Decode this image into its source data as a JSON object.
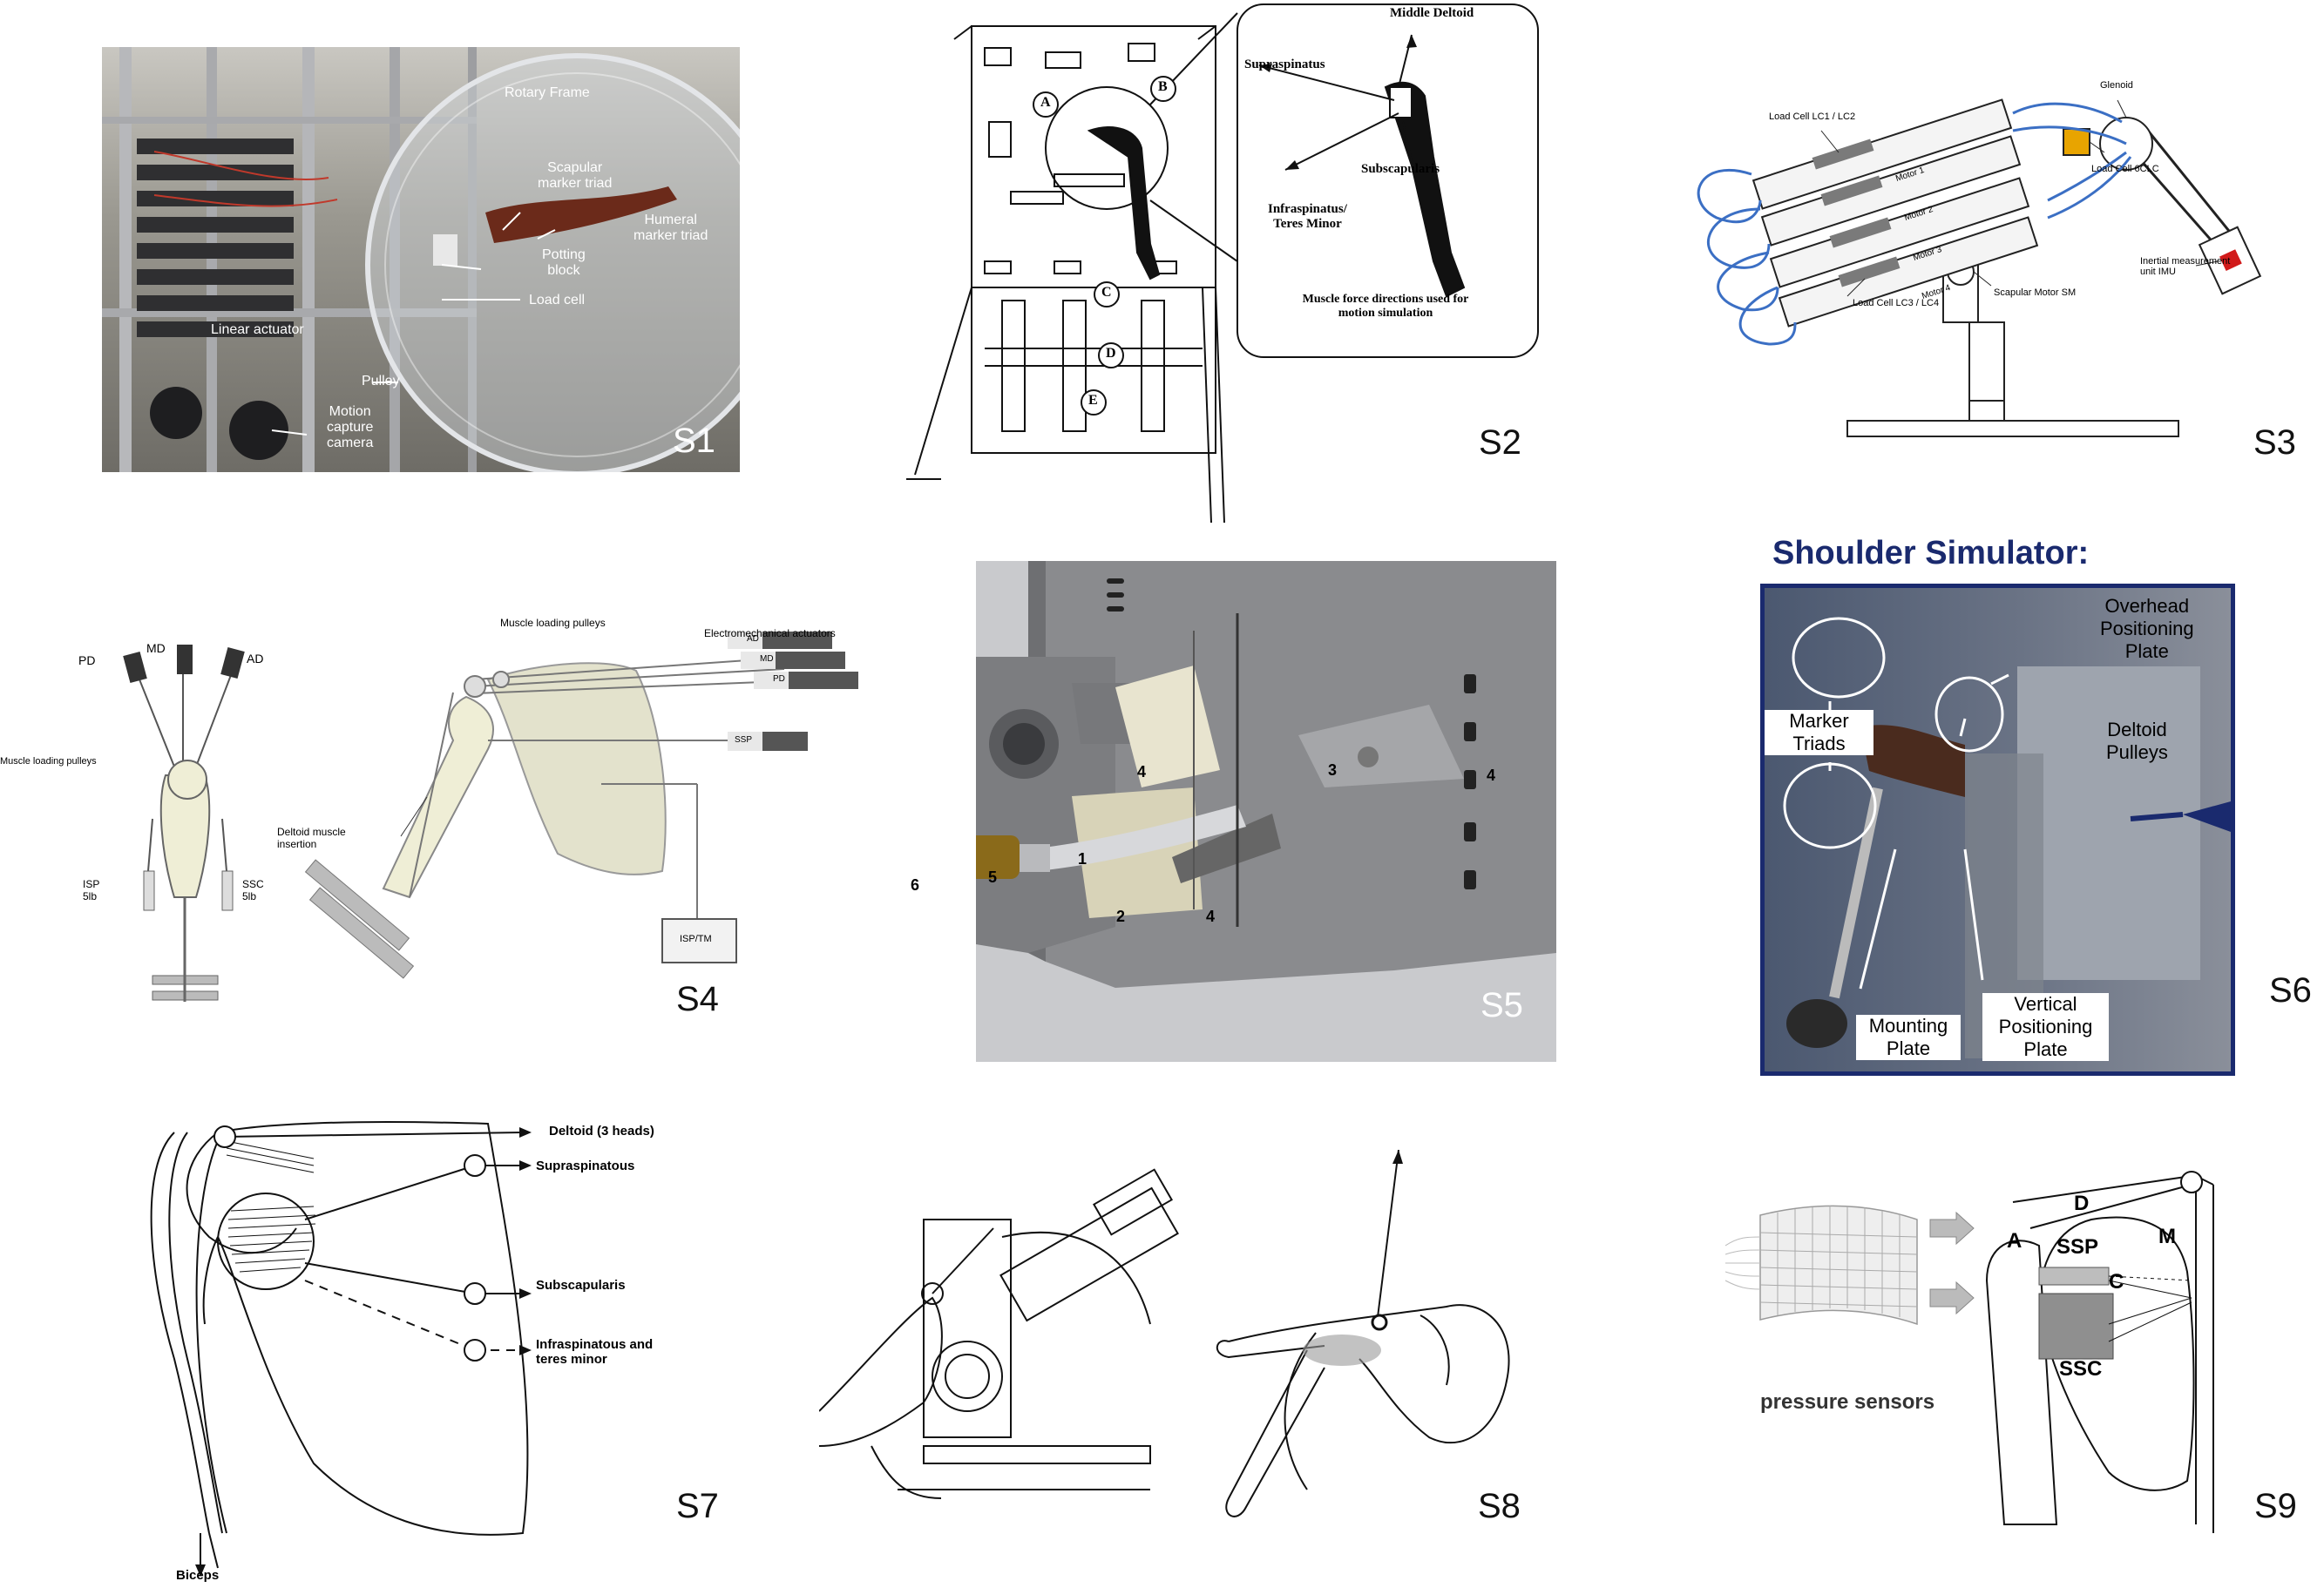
{
  "panels": {
    "s1": {
      "label": "S1",
      "annotations": {
        "rotary_frame": "Rotary Frame",
        "scapular_marker_triad": "Scapular\nmarker triad",
        "humeral_marker_triad": "Humeral\nmarker triad",
        "potting_block": "Potting\nblock",
        "load_cell": "Load cell",
        "linear_actuator": "Linear actuator",
        "pulley": "Pulley",
        "motion_capture_camera": "Motion\ncapture\ncamera"
      }
    },
    "s2": {
      "label": "S2",
      "letters": [
        "A",
        "B",
        "C",
        "D",
        "E"
      ],
      "muscles": {
        "middle_deltoid": "Middle Deltoid",
        "supraspinatus": "Supraspinatus",
        "subscapularis": "Subscapularis",
        "infraspinatus": "Infraspinatus/\nTeres Minor"
      },
      "caption": "Muscle force directions used for\nmotion simulation"
    },
    "s3": {
      "label": "S3",
      "annotations": {
        "glenoid": "Glenoid",
        "load_cell_lc1": "Load Cell LC1 / LC2",
        "load_cell_6clc": "Load Cell 6CLC",
        "imu": "Inertial measurement\nunit IMU",
        "scapular_motor": "Scapular Motor SM",
        "load_cell_lc3": "Load Cell LC3 / LC4",
        "motor1": "Motor 1",
        "motor2": "Motor 2",
        "motor3": "Motor 3",
        "motor4": "Motor 4"
      }
    },
    "s4": {
      "label": "S4",
      "annotations": {
        "pd": "PD",
        "md": "MD",
        "ad": "AD",
        "muscle_loading_pulleys_left": "Muscle loading pulleys",
        "isp": "ISP\n5lb",
        "ssc": "SSC\n5lb",
        "muscle_loading_pulleys_top": "Muscle loading pulleys",
        "electromechanical_actuators": "Electromechanical actuators",
        "deltoid_insertion": "Deltoid muscle\ninsertion",
        "act_ad": "AD",
        "act_md": "MD",
        "act_pd": "PD",
        "act_ssp": "SSP",
        "isp_tm": "ISP/TM"
      }
    },
    "s5": {
      "label": "S5",
      "numbers": [
        "1",
        "2",
        "3",
        "4",
        "4",
        "4",
        "5",
        "6"
      ]
    },
    "s6": {
      "label": "S6",
      "title": "Shoulder Simulator:",
      "annotations": {
        "overhead": "Overhead\nPositioning\nPlate",
        "marker_triads": "Marker\nTriads",
        "deltoid_pulleys": "Deltoid\nPulleys",
        "mounting_plate": "Mounting\nPlate",
        "vertical_plate": "Vertical\nPositioning\nPlate"
      }
    },
    "s7": {
      "label": "S7",
      "annotations": {
        "deltoid": "Deltoid (3 heads)",
        "supraspinatous": "Supraspinatous",
        "subscapularis": "Subscapularis",
        "infraspinatous": "Infraspinatous and\nteres minor",
        "biceps": "Biceps"
      }
    },
    "s8": {
      "label": "S8"
    },
    "s9": {
      "label": "S9",
      "annotations": {
        "d": "D",
        "m": "M",
        "a": "A",
        "ssp": "SSP",
        "c": "C",
        "ssc": "SSC",
        "pressure_sensors": "pressure sensors"
      }
    }
  },
  "colors": {
    "photo_dark": "#3a3a3a",
    "cad_gray": "#8a8b8e",
    "s6_border": "#1a2a6e",
    "s6_title": "#1a2a6e",
    "s3_cable": "#3b6fc4",
    "s3_motor_box": "#e8a400",
    "s3_imu_red": "#d11a1a",
    "s5_bronze": "#8a6a1a",
    "s4_bone": "#efeed6"
  }
}
